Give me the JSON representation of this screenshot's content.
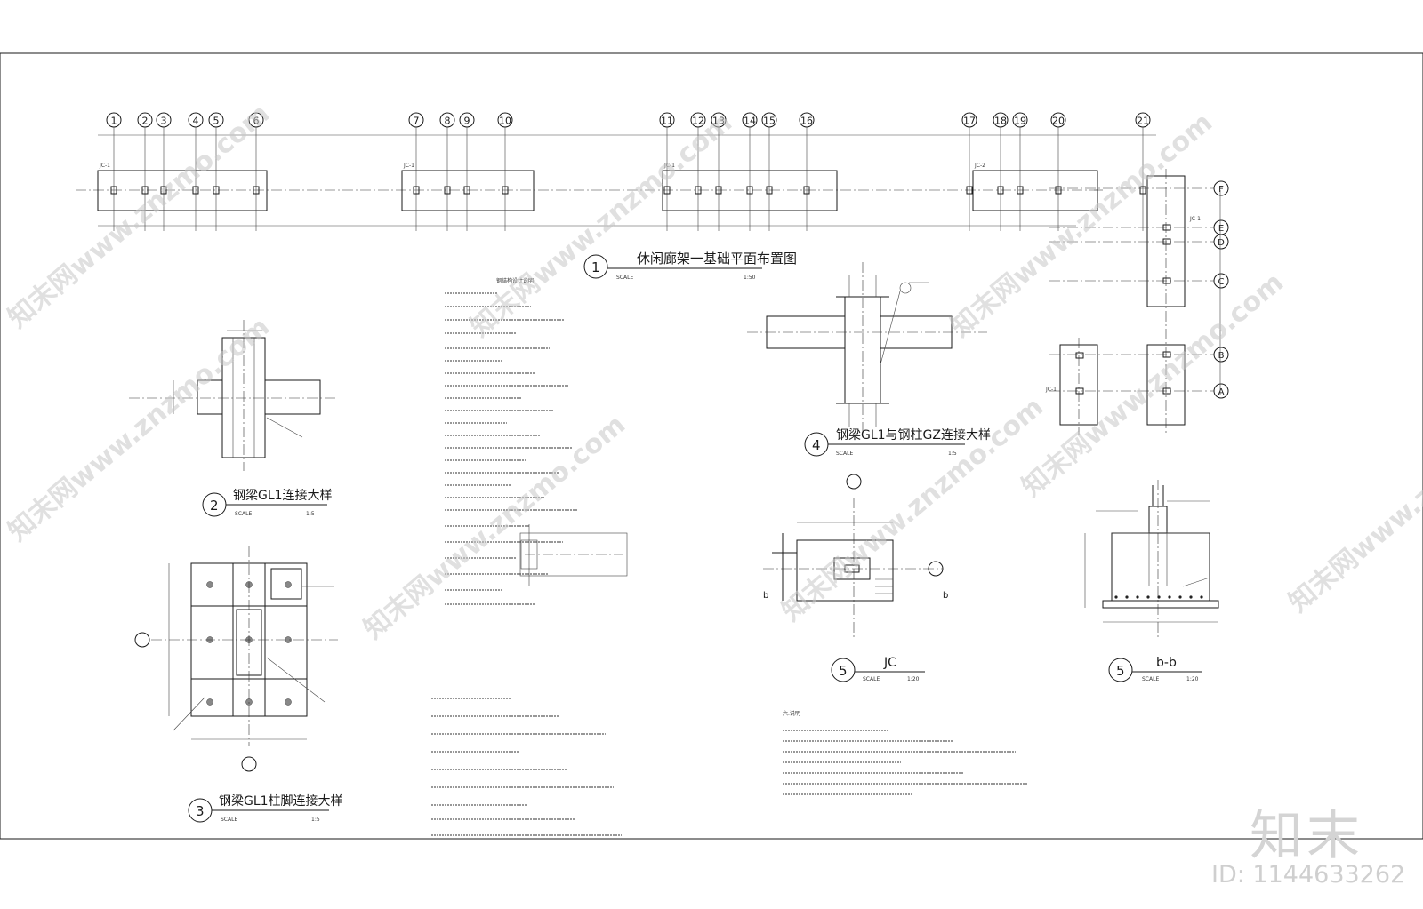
{
  "axes_top": [
    "1",
    "2",
    "3",
    "4",
    "5",
    "6",
    "7",
    "8",
    "9",
    "10",
    "11",
    "12",
    "13",
    "14",
    "15",
    "16",
    "17",
    "18",
    "19",
    "20",
    "21"
  ],
  "axes_right": [
    "F",
    "E",
    "D",
    "C",
    "B",
    "A"
  ],
  "jc_labels": [
    "JC-1",
    "JC-1",
    "JC-1",
    "JC-2",
    "JC-1",
    "JC-1"
  ],
  "titles": {
    "t1": {
      "num": "1",
      "text": "休闲廊架一基础平面布置图",
      "scale_label": "SCALE",
      "scale": "1:50"
    },
    "t2": {
      "num": "2",
      "text": "钢梁GL1连接大样",
      "scale_label": "SCALE",
      "scale": "1:5"
    },
    "t3": {
      "num": "3",
      "text": "钢梁GL1柱脚连接大样",
      "scale_label": "SCALE",
      "scale": "1:5"
    },
    "t4": {
      "num": "4",
      "text": "钢梁GL1与钢柱GZ连接大样",
      "scale_label": "SCALE",
      "scale": "1:5"
    },
    "t5a": {
      "num": "5",
      "text": "JC",
      "scale_label": "SCALE",
      "scale": "1:20"
    },
    "t5b": {
      "num": "5",
      "text": "b-b",
      "scale_label": "SCALE",
      "scale": "1:20"
    }
  },
  "section_mark": "b",
  "notes_header": "钢结构设计说明",
  "notes_general_header": "六.说明",
  "watermark": "知末网www.znzmo.com",
  "logo": "知末",
  "id_text": "ID: 1144633262"
}
